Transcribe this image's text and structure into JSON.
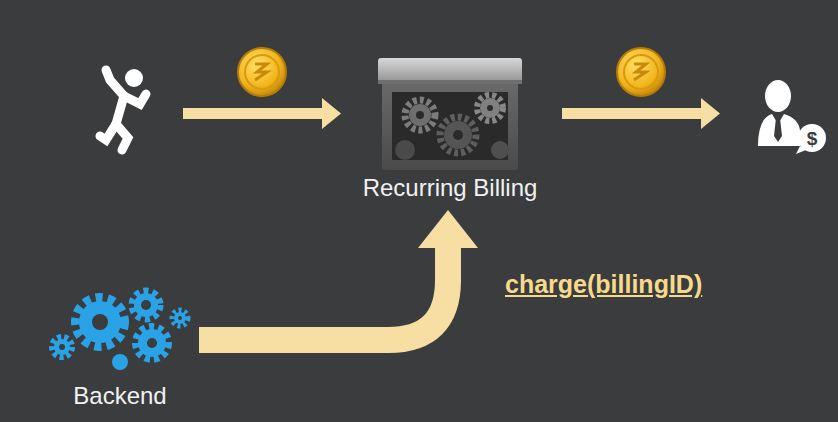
{
  "diagram": {
    "nodes": [
      {
        "text": [
          "Recurring Billing"
        ]
      },
      {
        "text": [
          "Backend"
        ]
      }
    ],
    "edges": [
      {
        "from": 1,
        "to": 0,
        "label": "charge(billingID)",
        "arrow": "to"
      }
    ]
  }
}
